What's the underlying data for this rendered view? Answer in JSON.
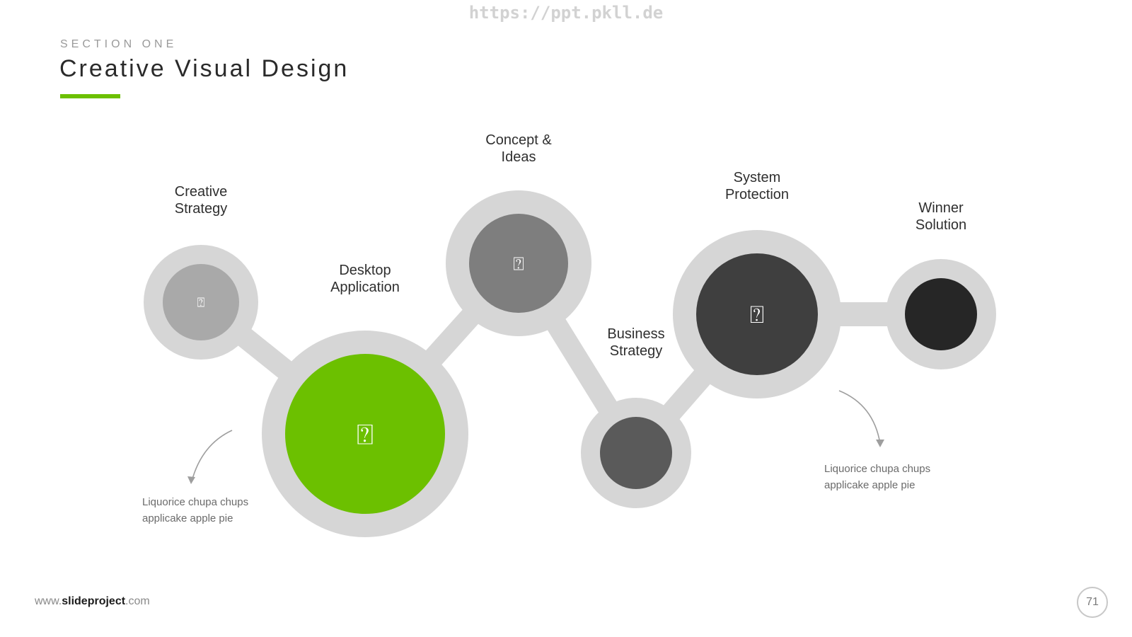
{
  "watermark": "https://ppt.pkll.de",
  "section_label": "SECTION ONE",
  "title": "Creative Visual Design",
  "accent_color": "#6cc000",
  "diagram": {
    "nodes": [
      {
        "id": "creative-strategy",
        "label_lines": [
          "Creative",
          "Strategy"
        ],
        "fill": "#a9a9a9",
        "icon": "image-placeholder-icon"
      },
      {
        "id": "desktop-application",
        "label_lines": [
          "Desktop",
          "Application"
        ],
        "fill": "#6cc000",
        "icon": "image-placeholder-icon"
      },
      {
        "id": "concept-ideas",
        "label_lines": [
          "Concept &",
          "Ideas"
        ],
        "fill": "#7e7e7e",
        "icon": "image-placeholder-icon"
      },
      {
        "id": "business-strategy",
        "label_lines": [
          "Business",
          "Strategy"
        ],
        "fill": "#5a5a5a",
        "icon": ""
      },
      {
        "id": "system-protection",
        "label_lines": [
          "System",
          "Protection"
        ],
        "fill": "#3f3f3f",
        "icon": "image-placeholder-icon"
      },
      {
        "id": "winner-solution",
        "label_lines": [
          "Winner",
          "Solution"
        ],
        "fill": "#262626",
        "icon": ""
      }
    ],
    "ring_color": "#d6d6d6",
    "icon_glyph": "⍰"
  },
  "captions": [
    {
      "id": "caption-left",
      "lines": [
        "Liquorice chupa chups",
        "applicake apple pie"
      ]
    },
    {
      "id": "caption-right",
      "lines": [
        "Liquorice chupa chups",
        "applicake apple pie"
      ]
    }
  ],
  "footer": {
    "prefix": "www.",
    "brand": "slideproject",
    "suffix": ".com"
  },
  "page_number": "71"
}
